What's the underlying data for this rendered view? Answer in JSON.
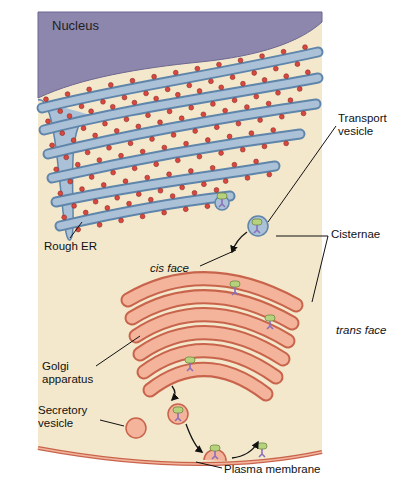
{
  "diagram": {
    "nodes": [
      {
        "text": [
          "Nucleus"
        ]
      }
    ],
    "labels": [
      "Transport vesicle",
      "Rough ER",
      "cis face",
      "Cisternae",
      "trans face",
      "Golgi apparatus",
      "Secretory vesicle",
      "Plasma membrane"
    ]
  }
}
